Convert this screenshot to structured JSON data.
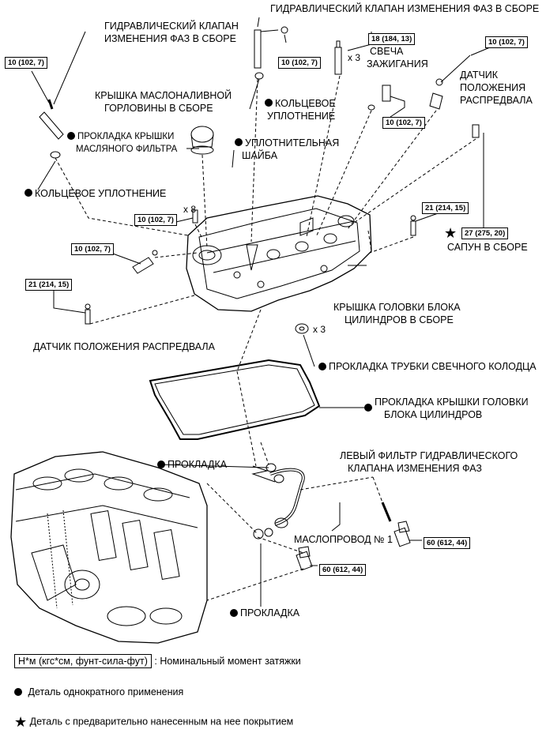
{
  "labels": {
    "vvt_valve_top": "ГИДРАВЛИЧЕСКИЙ КЛАПАН ИЗМЕНЕНИЯ ФАЗ В СБОРЕ",
    "vvt_valve_left_1": "ГИДРАВЛИЧЕСКИЙ КЛАПАН",
    "vvt_valve_left_2": "ИЗМЕНЕНИЯ ФАЗ В СБОРЕ",
    "spark_plug_1": "СВЕЧА",
    "spark_plug_2": "ЗАЖИГАНИЯ",
    "cam_sensor_right_1": "ДАТЧИК",
    "cam_sensor_right_2": "ПОЛОЖЕНИЯ",
    "cam_sensor_right_3": "РАСПРЕДВАЛА",
    "oil_cap_1": "КРЫШКА МАСЛОНАЛИВНОЙ",
    "oil_cap_2": "ГОРЛОВИНЫ В СБОРЕ",
    "o_ring_upper_1": "КОЛЬЦЕВОЕ",
    "o_ring_upper_2": "УПЛОТНЕНИЕ",
    "oil_cap_gasket_1": "ПРОКЛАДКА КРЫШКИ",
    "oil_cap_gasket_2": "МАСЛЯНОГО ФИЛЬТРА",
    "seal_washer_1": "УПЛОТНИТЕЛЬНАЯ",
    "seal_washer_2": "ШАЙБА",
    "o_ring_lower": "КОЛЬЦЕВОЕ УПЛОТНЕНИЕ",
    "breather": "САПУН В СБОРЕ",
    "head_cover_1": "КРЫШКА ГОЛОВКИ БЛОКА",
    "head_cover_2": "ЦИЛИНДРОВ В СБОРЕ",
    "cam_sensor_left": "ДАТЧИК ПОЛОЖЕНИЯ РАСПРЕДВАЛА",
    "plug_tube_gasket": "ПРОКЛАДКА ТРУБКИ СВЕЧНОГО КОЛОДЦА",
    "head_cover_gasket_1": "ПРОКЛАДКА КРЫШКИ ГОЛОВКИ",
    "head_cover_gasket_2": "БЛОКА ЦИЛИНДРОВ",
    "gasket_a": "ПРОКЛАДКА",
    "oil_filter_1": "ЛЕВЫЙ ФИЛЬТР ГИДРАВЛИЧЕСКОГО",
    "oil_filter_2": "КЛАПАНА ИЗМЕНЕНИЯ ФАЗ",
    "oil_pipe": "МАСЛОПРОВОД № 1",
    "gasket_b": "ПРОКЛАДКА"
  },
  "torques": {
    "t_vvt_top": "10 (102, 7)",
    "t_spark": "18 (184, 13)",
    "t_cam_right": "10 (102, 7)",
    "t_vvt_left": "10 (102, 7)",
    "t_washer": "10 (102, 7)",
    "t_cover_bolts": "10 (102, 7)",
    "t_cam_left_sensor": "10 (102, 7)",
    "t_breather_bolt": "21 (214, 15)",
    "t_breather": "27 (275, 20)",
    "t_cam_left_bolt": "21 (214, 15)",
    "t_union_right": "60 (612, 44)",
    "t_union_left": "60 (612, 44)"
  },
  "counts": {
    "spark_x": "x 3",
    "bolts_x": "x 8",
    "tube_x": "x 3"
  },
  "legend": {
    "torque_unit": "Н*м (кгс*см, фунт-сила-фут)",
    "torque_desc": ": Номинальный момент затяжки",
    "single_use": "Деталь однократного применения",
    "precoated": "Деталь с предварительно нанесенным на нее покрытием"
  },
  "icons": {
    "single_use": "filled-circle-icon",
    "precoated": "star-icon"
  }
}
